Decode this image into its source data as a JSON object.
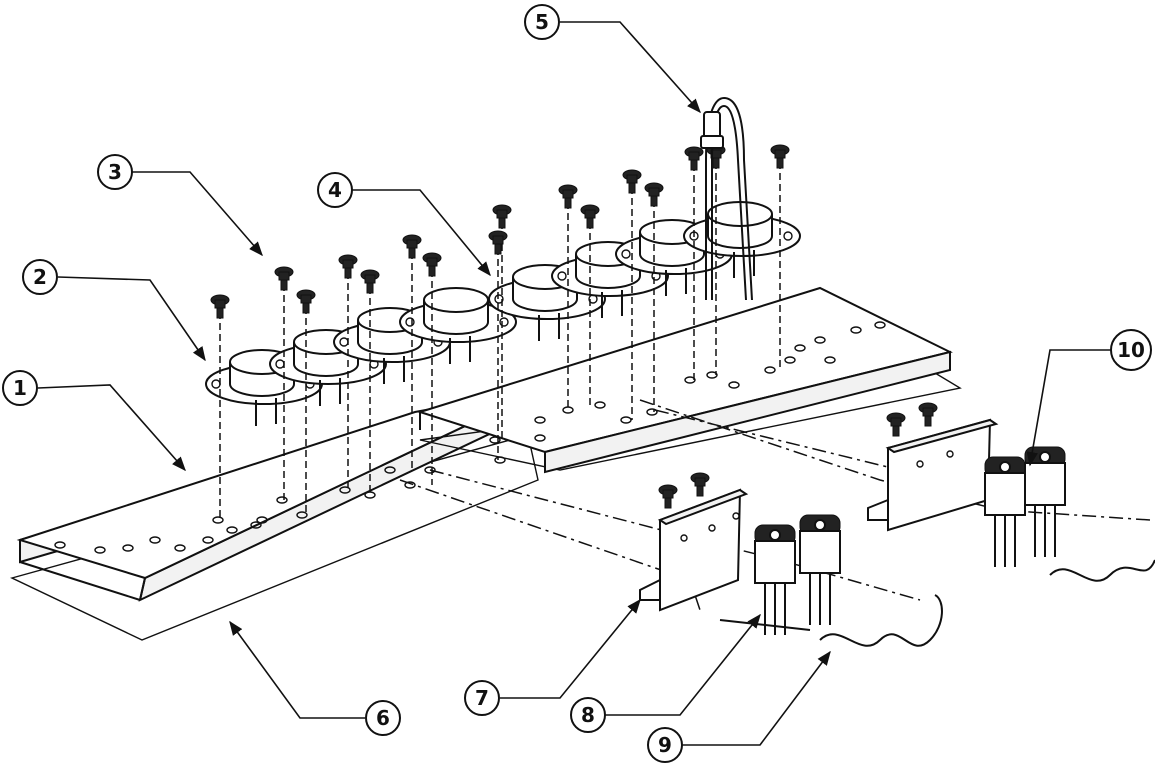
{
  "callouts": [
    {
      "id": "1",
      "label": "1"
    },
    {
      "id": "2",
      "label": "2"
    },
    {
      "id": "3",
      "label": "3"
    },
    {
      "id": "4",
      "label": "4"
    },
    {
      "id": "5",
      "label": "5"
    },
    {
      "id": "6",
      "label": "6"
    },
    {
      "id": "7",
      "label": "7"
    },
    {
      "id": "8",
      "label": "8"
    },
    {
      "id": "9",
      "label": "9"
    },
    {
      "id": "10",
      "label": "10"
    }
  ],
  "colors": {
    "line": "#111111",
    "background": "#ffffff"
  }
}
